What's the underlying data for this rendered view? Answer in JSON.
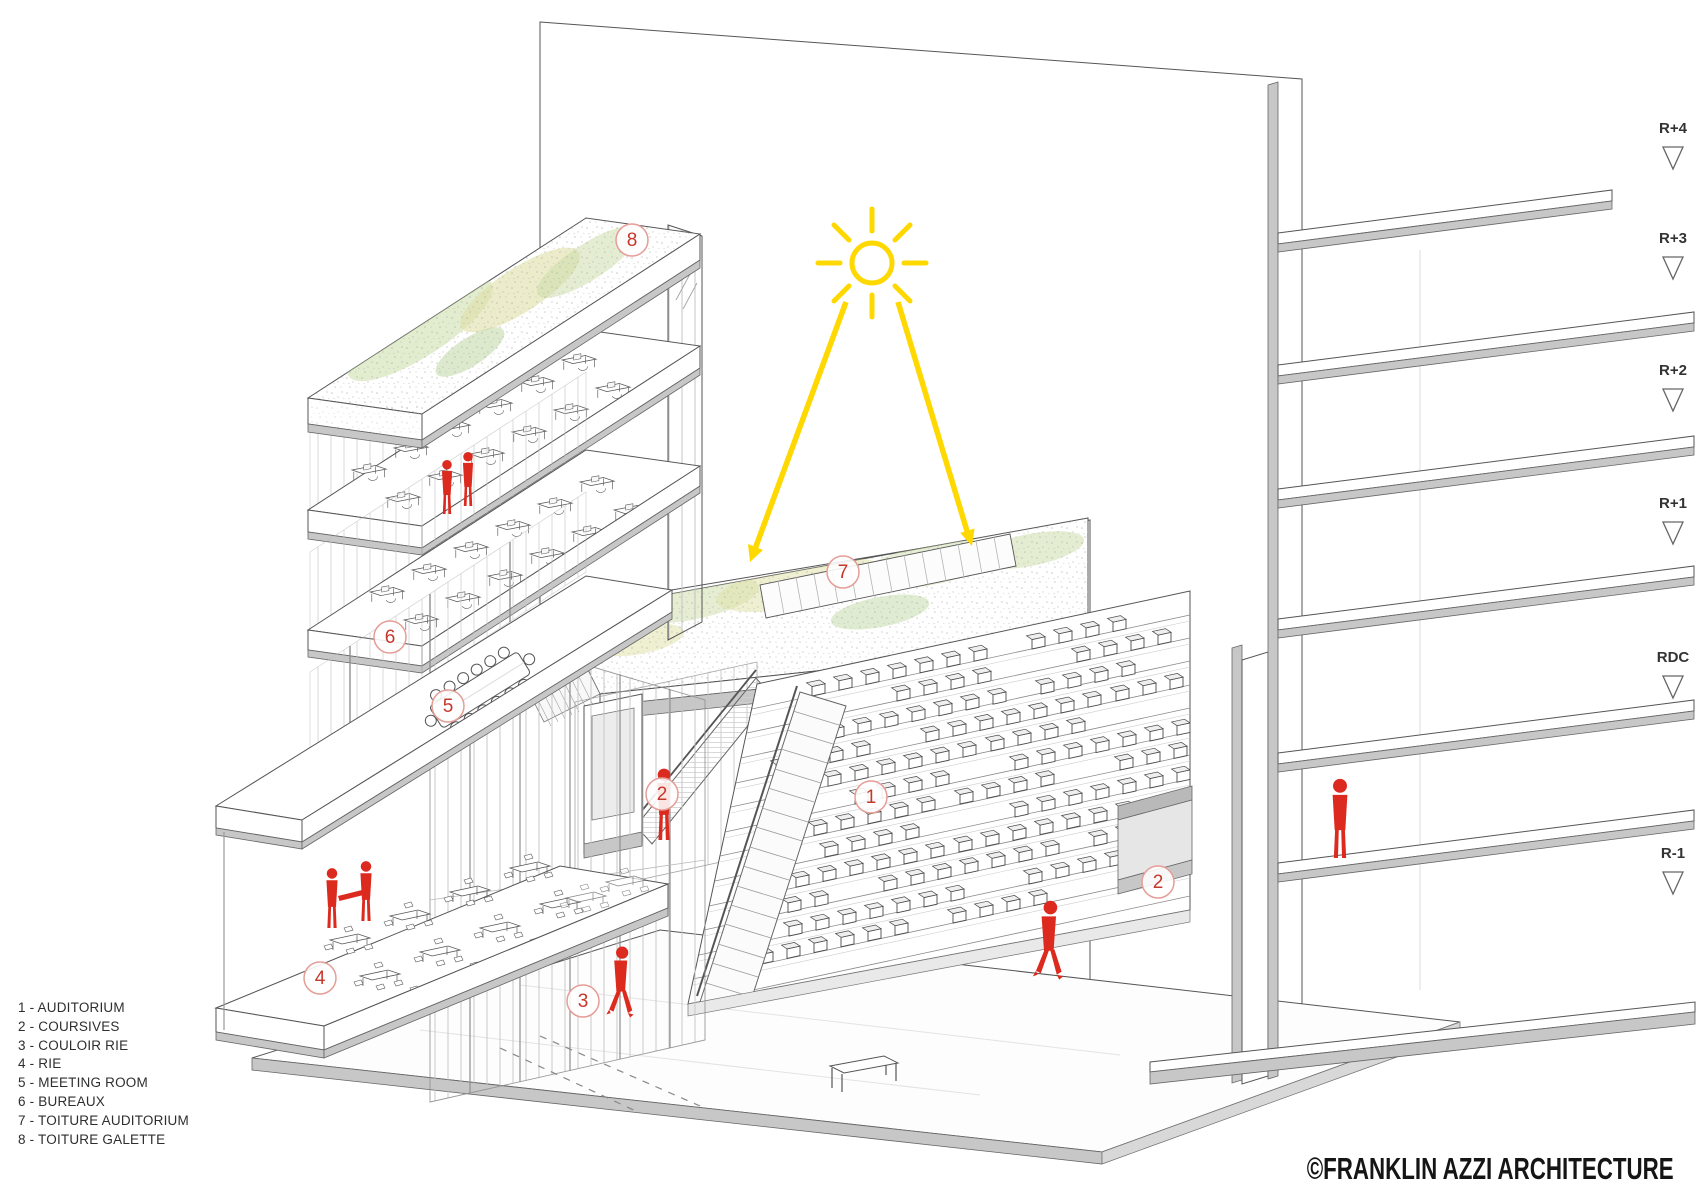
{
  "legend": {
    "items": [
      "1 - AUDITORIUM",
      "2 - COURSIVES",
      "3 - COULOIR RIE",
      "4 - RIE",
      "5 - MEETING ROOM",
      "6 - BUREAUX",
      "7 - TOITURE AUDITORIUM",
      "8 - TOITURE GALETTE"
    ]
  },
  "levels": {
    "labels": [
      "R+4",
      "R+3",
      "R+2",
      "R+1",
      "RDC",
      "R-1"
    ]
  },
  "callouts": {
    "auditorium": "1",
    "coursive_left": "2",
    "coursive_right": "2",
    "couloir_rie": "3",
    "rie": "4",
    "meeting_room": "5",
    "bureaux": "6",
    "toiture_auditorium": "7",
    "toiture_galette": "8"
  },
  "credit": "©FRANKLIN AZZI ARCHITECTURE",
  "colors": {
    "accent_red": "#dc2a1f",
    "callout_number": "#c6372c",
    "callout_ring": "#e59d96",
    "sun_yellow": "#ffd800",
    "roof_green_light": "#cfe0ae",
    "roof_green_olive": "#dfe0a6",
    "cut_gray": "#c7c7c7"
  }
}
